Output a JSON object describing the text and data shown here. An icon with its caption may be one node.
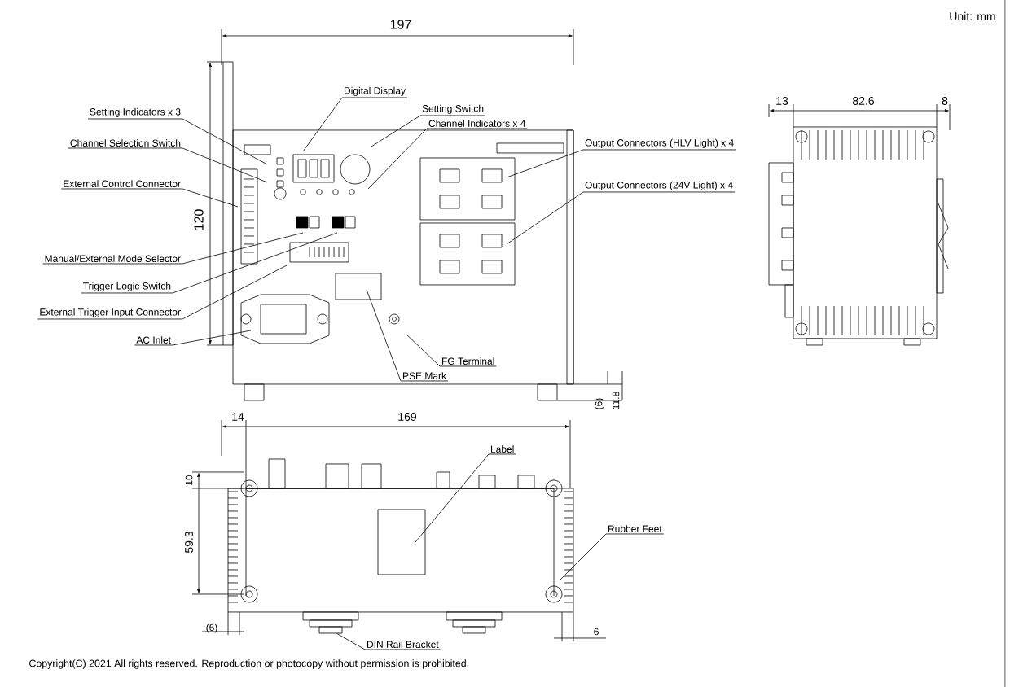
{
  "diagram": {
    "nodes": [
      {
        "text": [
          "Setting Indicators x 3"
        ]
      },
      {
        "text": [
          "Channel Selection Switch"
        ]
      },
      {
        "text": [
          "External Control Connector"
        ]
      },
      {
        "text": [
          "Manual/External Mode Selector"
        ]
      },
      {
        "text": [
          "Trigger Logic Switch"
        ]
      },
      {
        "text": [
          "External Trigger Input Connector"
        ]
      },
      {
        "text": [
          "AC Inlet"
        ]
      },
      {
        "text": [
          "Digital Display"
        ]
      },
      {
        "text": [
          "Setting Switch"
        ]
      },
      {
        "text": [
          "Channel Indicators x 4"
        ]
      },
      {
        "text": [
          "Output Connectors (HLV Light) x 4"
        ]
      },
      {
        "text": [
          "Output Connectors (24V Light) x 4"
        ]
      },
      {
        "text": [
          "FG Terminal"
        ]
      },
      {
        "text": [
          "PSE Mark"
        ]
      },
      {
        "text": [
          "Label"
        ]
      },
      {
        "text": [
          "Rubber Feet"
        ]
      },
      {
        "text": [
          "DIN Rail Bracket"
        ]
      },
      {
        "text": [],
        "shape": "box"
      }
    ],
    "edges": [
      {
        "from": 0,
        "to": null,
        "arrow": "none"
      },
      {
        "from": 1,
        "to": null,
        "arrow": "none"
      },
      {
        "from": 2,
        "to": null,
        "arrow": "none"
      },
      {
        "from": 3,
        "to": null,
        "arrow": "none"
      },
      {
        "from": 4,
        "to": null,
        "arrow": "none"
      },
      {
        "from": 5,
        "to": null,
        "arrow": "none"
      },
      {
        "from": 6,
        "to": null,
        "arrow": "none"
      },
      {
        "from": 7,
        "to": null,
        "arrow": "none"
      },
      {
        "from": 8,
        "to": null,
        "arrow": "none"
      },
      {
        "from": 9,
        "to": null,
        "arrow": "none"
      },
      {
        "from": 10,
        "to": null,
        "arrow": "none"
      },
      {
        "from": 11,
        "to": null,
        "arrow": "none"
      },
      {
        "from": 12,
        "to": null,
        "arrow": "none"
      },
      {
        "from": 13,
        "to": null,
        "arrow": "none"
      },
      {
        "from": 14,
        "to": null,
        "arrow": "none"
      },
      {
        "from": 15,
        "to": null,
        "arrow": "none"
      },
      {
        "from": 16,
        "to": 17,
        "arrow": "none"
      }
    ],
    "labels": [
      "Unit: mm",
      "197",
      "13",
      "82.6",
      "8",
      "120",
      "(6)",
      "11.8",
      "14",
      "169",
      "10",
      "59.3",
      "(6)",
      "6",
      "Copyright(C) 2021 All rights reserved. Reproduction or photocopy without permission is prohibited."
    ]
  }
}
